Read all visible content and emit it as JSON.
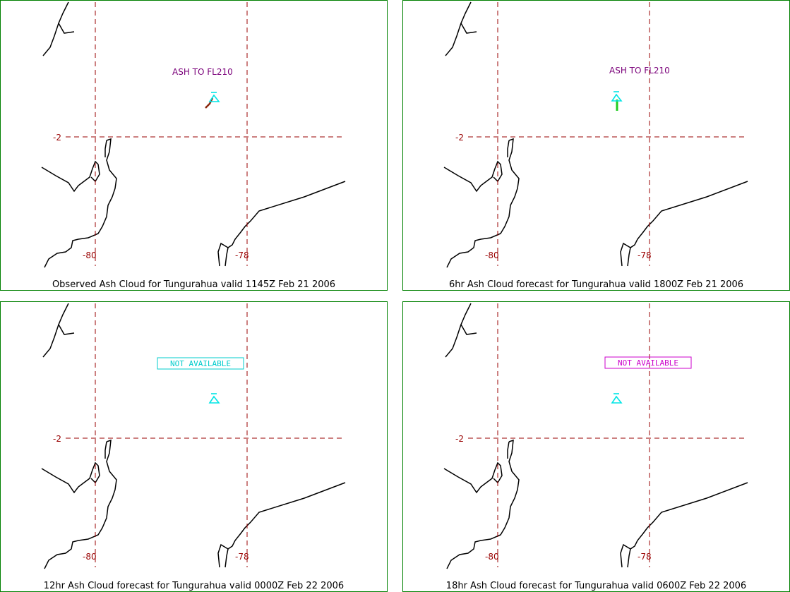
{
  "colors": {
    "frame": "#008000",
    "grid": "#990000",
    "coast": "#000000",
    "volcano": "#00e5e5",
    "ash_label": "#7a007a",
    "na_cyan": "#00cccc",
    "na_magenta": "#cc00cc",
    "ash_observed": "#8b2a10",
    "ash_forecast": "#22cc22"
  },
  "grid_labels": {
    "lat": "-2",
    "lon_west": "-80",
    "lon_east": "-78"
  },
  "panels": [
    {
      "caption": "Observed Ash Cloud for Tungurahua valid 1145Z Feb 21 2006",
      "note": "ASH TO FL210",
      "note_style": "ash",
      "plume": "observed"
    },
    {
      "caption": "6hr Ash Cloud forecast for Tungurahua valid 1800Z Feb 21 2006",
      "note": "ASH TO FL210",
      "note_style": "ash",
      "plume": "forecast"
    },
    {
      "caption": "12hr Ash Cloud forecast for Tungurahua valid 0000Z Feb 22 2006",
      "note": "NOT AVAILABLE",
      "note_style": "na_cyan",
      "plume": "none"
    },
    {
      "caption": "18hr Ash Cloud forecast for Tungurahua valid 0600Z Feb 22 2006",
      "note": "NOT AVAILABLE",
      "note_style": "na_magenta",
      "plume": "none"
    }
  ]
}
